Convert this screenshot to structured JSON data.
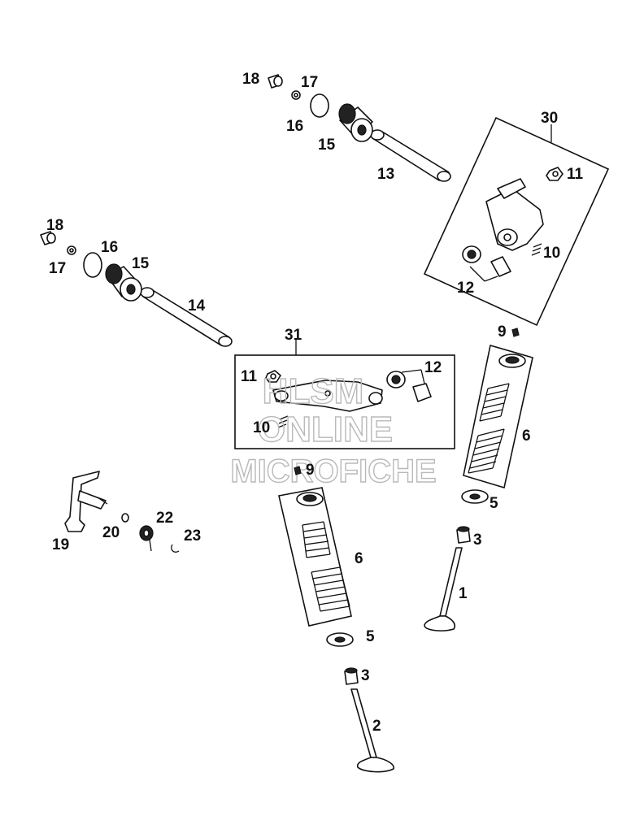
{
  "watermark": {
    "line1": "HLSM",
    "line2": "ONLINE",
    "line3": "MICROFICHE"
  },
  "callouts": {
    "n1": "1",
    "n2": "2",
    "n3a": "3",
    "n3b": "3",
    "n5a": "5",
    "n5b": "5",
    "n6a": "6",
    "n6b": "6",
    "n9a": "9",
    "n9b": "9",
    "n10a": "10",
    "n10b": "10",
    "n11a": "11",
    "n11b": "11",
    "n12a": "12",
    "n12b": "12",
    "n13": "13",
    "n14": "14",
    "n15a": "15",
    "n15b": "15",
    "n16a": "16",
    "n16b": "16",
    "n17a": "17",
    "n17b": "17",
    "n18a": "18",
    "n18b": "18",
    "n19": "19",
    "n20": "20",
    "n22": "22",
    "n23": "23",
    "n30": "30",
    "n31": "31"
  }
}
